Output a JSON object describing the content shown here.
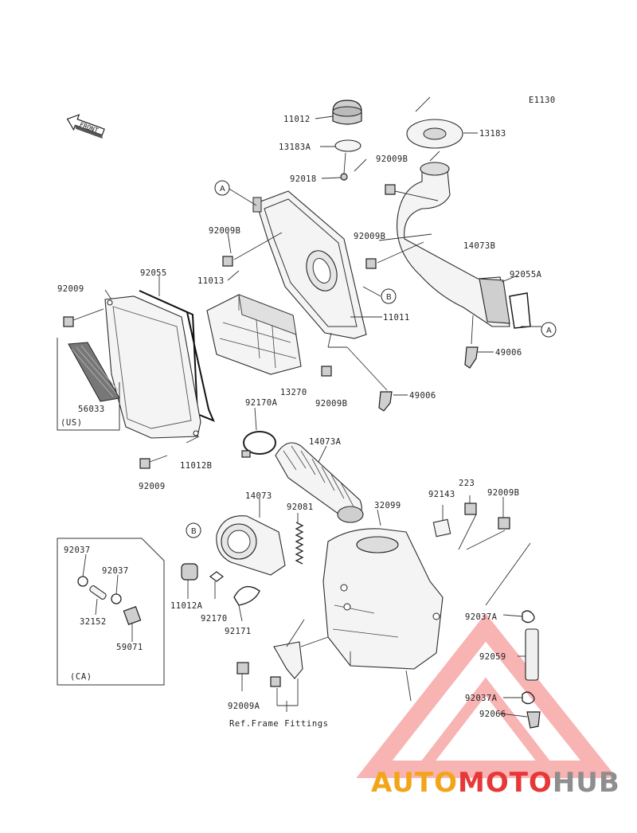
{
  "diagram": {
    "code": "E1130",
    "direction_tag": "FRONT",
    "parts": {
      "p11012": "11012",
      "p13183A": "13183A",
      "p92018": "92018",
      "p13183": "13183",
      "p92009B_top": "92009B",
      "pA_top": "A",
      "p92009B_left": "92009B",
      "p92009B_mid": "92009B",
      "p11013": "11013",
      "p14073B": "14073B",
      "p92055A": "92055A",
      "p92055": "92055",
      "p92009_top": "92009",
      "pB_mid": "B",
      "p11011": "11011",
      "pA_right": "A",
      "p49006_right": "49006",
      "p56033": "56033",
      "p13270": "13270",
      "p92009B_under": "92009B",
      "p49006_mid": "49006",
      "p92170A": "92170A",
      "p14073A": "14073A",
      "p11012B": "11012B",
      "p92009_bot": "92009",
      "p14073": "14073",
      "p92081": "92081",
      "p32099": "32099",
      "p92143": "92143",
      "p223": "223",
      "p92009B_right": "92009B",
      "pB_low": "B",
      "p92037_a": "92037",
      "p92037_b": "92037",
      "p32152": "32152",
      "p59071": "59071",
      "p11012A": "11012A",
      "p92170": "92170",
      "p92171": "92171",
      "p92037A_a": "92037A",
      "p92059": "92059",
      "p92037A_b": "92037A",
      "p92066": "92066",
      "p92009A": "92009A"
    },
    "notes": {
      "us": "(US)",
      "ca": "(CA)",
      "ref_frame": "Ref.Frame Fittings"
    }
  },
  "watermark": {
    "part1": "AUTO",
    "part2": "MOTO",
    "part3": "HUB",
    "colors": {
      "orange": "#f3a51a",
      "red": "#e63838",
      "grey": "#8e8e8e",
      "triangle": "#ef4b4b"
    }
  }
}
